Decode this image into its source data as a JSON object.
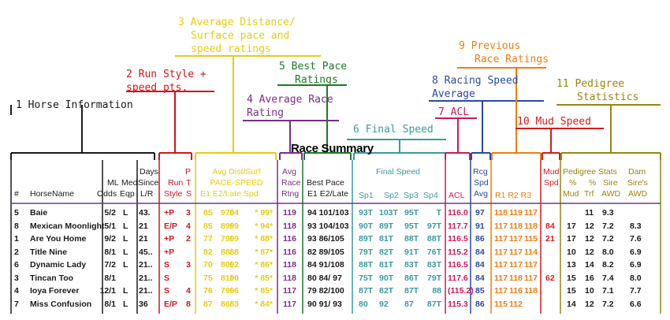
{
  "title": "Race Summary",
  "callouts": [
    {
      "key": "c1",
      "text": "1 Horse Information",
      "color": "#1a1a1a"
    },
    {
      "key": "c2",
      "text": "2 Run Style +\nspeed pts.",
      "color": "#d4141c"
    },
    {
      "key": "c3",
      "text": "3 Average Distance/\nSurface pace and\nspeed ratings",
      "color": "#e6cc10"
    },
    {
      "key": "c4",
      "text": "4 Average Race\nRating",
      "color": "#7a2d8c"
    },
    {
      "key": "c5",
      "text": "5 Best Pace\nRatings",
      "color": "#1d7a2a"
    },
    {
      "key": "c6",
      "text": "6 Final Speed",
      "color": "#3a9aa0"
    },
    {
      "key": "c7",
      "text": "7 ACL",
      "color": "#cc1a5a"
    },
    {
      "key": "c8",
      "text": "8 Racing Speed\nAverage",
      "color": "#2a4aa0"
    },
    {
      "key": "c9",
      "text": "9 Previous\nRace Ratings",
      "color": "#f07c10"
    },
    {
      "key": "c10",
      "text": "10 Mud Speed",
      "color": "#d41c1c"
    },
    {
      "key": "c11",
      "text": "11 Pedigree\nStatistics",
      "color": "#9a8410"
    }
  ],
  "headers": {
    "num": "#",
    "horse": "HorseName",
    "ml_line1": "ML",
    "ml_line2": "Odds",
    "med_line1": "Med",
    "med_line2": "Eqp",
    "days_line1": "Days",
    "days_line2": "Since",
    "days_line3": "L/R",
    "run_line1": "P",
    "run_line2": "Run",
    "run_line2b": "T",
    "run_line3": "Style",
    "run_line3b": "S",
    "avg_line1": "Avg Dist/Surf",
    "avg_line2": "PACE-SPEED",
    "avg_line3": "E1  E2/Late    Spd",
    "rr_line1": "Avg",
    "rr_line2": "Race",
    "rr_line3": "Rtng",
    "bp_line1": "Best Pace",
    "bp_line2": "E1 E2/Late",
    "fs_line1": "Final Speed",
    "fs_sp1": "Sp1",
    "fs_sp2": "Sp2",
    "fs_sp3": "Sp3",
    "fs_sp4": "Sp4",
    "acl": "ACL",
    "rsa_line1": "Rcg",
    "rsa_line2": "Spd",
    "rsa_line3": "Avg",
    "prr": "R1  R2  R3",
    "mud_line1": "Mud",
    "mud_line2": "Spd",
    "ped_line1": "Pedigree Stats",
    "ped_pct1": "%",
    "ped_pct2": "%",
    "ped_sire": "Sire",
    "ped_mud": "Mud",
    "ped_trf": "Trf",
    "ped_awd": "AWD",
    "dam_line1": "Dam",
    "dam_line2": "Sire's",
    "dam_line3": "AWD"
  },
  "rows": [
    {
      "num": "5",
      "horse": "Baie",
      "ml": "5/2",
      "med": "L",
      "days": "43.",
      "run": "+P",
      "pts": "3",
      "e1": "85",
      "e2": "97/",
      "late": "94",
      "spd": "* 99*",
      "rr": "119",
      "bp": "94 101/103",
      "sp1": "93T",
      "sp2": "103T",
      "sp3": "95T",
      "sp4": "T",
      "acl": "116.0",
      "rsa": "97",
      "r1": "118",
      "r2": "119",
      "r3": "117",
      "mud": "",
      "pmud": "",
      "ptrf": "11",
      "sire": "9.3",
      "dam": ""
    },
    {
      "num": "8",
      "horse": "Mexican Moonlight",
      "ml": "5/1",
      "med": "L",
      "days": "21",
      "run": "E/P",
      "pts": "4",
      "e1": "85",
      "e2": "89/",
      "late": "99",
      "spd": "* 94*",
      "rr": "118",
      "bp": "93 104/103",
      "sp1": "90T",
      "sp2": "89T",
      "sp3": "95T",
      "sp4": "97T",
      "acl": "117.7",
      "rsa": "91",
      "r1": "117",
      "r2": "118",
      "r3": "118",
      "mud": "84",
      "pmud": "17",
      "ptrf": "12",
      "sire": "7.2",
      "dam": "8.3"
    },
    {
      "num": "1",
      "horse": "Are You Home",
      "ml": "9/2",
      "med": "L",
      "days": "21",
      "run": "+P",
      "pts": "2",
      "e1": "77",
      "e2": "79/",
      "late": "99",
      "spd": "* 88*",
      "rr": "116",
      "bp": "93  86/105",
      "sp1": "89T",
      "sp2": "81T",
      "sp3": "88T",
      "sp4": "88T",
      "acl": "116.5",
      "rsa": "86",
      "r1": "117",
      "r2": "117",
      "r3": "115",
      "mud": "21",
      "pmud": "17",
      "ptrf": "12",
      "sire": "7.2",
      "dam": "7.6"
    },
    {
      "num": "2",
      "horse": "Title Nine",
      "ml": "8/1",
      "med": "L",
      "days": "45..",
      "run": "+P",
      "pts": "",
      "e1": "82",
      "e2": "88/",
      "late": "88",
      "spd": "* 87*",
      "rr": "116",
      "bp": "82  89/105",
      "sp1": "79T",
      "sp2": "82T",
      "sp3": "91T",
      "sp4": "76T",
      "acl": "115.2",
      "rsa": "84",
      "r1": "117",
      "r2": "117",
      "r3": "114",
      "mud": "",
      "pmud": "10",
      "ptrf": "12",
      "sire": "8.0",
      "dam": "6.9"
    },
    {
      "num": "6",
      "horse": "Dynamic Lady",
      "ml": "7/2",
      "med": "L",
      "days": "21..",
      "run": "S",
      "pts": "3",
      "e1": "70",
      "e2": "80/",
      "late": "92",
      "spd": "* 86*",
      "rr": "118",
      "bp": "84  91/108",
      "sp1": "88T",
      "sp2": "81T",
      "sp3": "83T",
      "sp4": "83T",
      "acl": "116.5",
      "rsa": "84",
      "r1": "117",
      "r2": "117",
      "r3": "117",
      "mud": "",
      "pmud": "13",
      "ptrf": "14",
      "sire": "8.2",
      "dam": "6.9"
    },
    {
      "num": "3",
      "horse": "Tincan Too",
      "ml": "8/1",
      "med": "",
      "days": "21..",
      "run": "S",
      "pts": "",
      "e1": "75",
      "e2": "81/",
      "late": "90",
      "spd": "* 85*",
      "rr": "118",
      "bp": "80  84/ 97",
      "sp1": "75T",
      "sp2": "90T",
      "sp3": "86T",
      "sp4": "79T",
      "acl": "117.6",
      "rsa": "84",
      "r1": "117",
      "r2": "118",
      "r3": "117",
      "mud": "62",
      "pmud": "15",
      "ptrf": "16",
      "sire": "7.4",
      "dam": "8.0"
    },
    {
      "num": "4",
      "horse": "Ioya Forever",
      "ml": "12/1",
      "med": "L",
      "days": "21..",
      "run": "S",
      "pts": "4",
      "e1": "76",
      "e2": "79/",
      "late": "96",
      "spd": "* 85*",
      "rr": "117",
      "bp": "79  82/100",
      "sp1": "87T",
      "sp2": "82T",
      "sp3": "87T",
      "sp4": "88",
      "acl": "(115.2)",
      "rsa": "85",
      "r1": "117",
      "r2": "116",
      "r3": "118",
      "mud": "",
      "pmud": "15",
      "ptrf": "10",
      "sire": "7.1",
      "dam": "7.7"
    },
    {
      "num": "7",
      "horse": "Miss Confusion",
      "ml": "8/1",
      "med": "L",
      "days": "36",
      "run": "E/P",
      "pts": "8",
      "e1": "87",
      "e2": "86/",
      "late": "83",
      "spd": "* 84*",
      "rr": "117",
      "bp": "90  91/ 93",
      "sp1": "80",
      "sp2": "92",
      "sp3": "87",
      "sp4": "87T",
      "acl": "115.3",
      "rsa": "86",
      "r1": "115",
      "r2": "112",
      "r3": "",
      "mud": "",
      "pmud": "14",
      "ptrf": "12",
      "sire": "7.2",
      "dam": "6.6"
    }
  ],
  "colors": {
    "black": "#1a1a1a",
    "red": "#d4141c",
    "yellow": "#e6cc10",
    "purple": "#7a2d8c",
    "green": "#1d7a2a",
    "teal": "#3a9aa0",
    "magenta": "#cc1a5a",
    "blue": "#2a4aa0",
    "orange": "#f07c10",
    "mudred": "#d41c1c",
    "olive": "#9a8410"
  }
}
